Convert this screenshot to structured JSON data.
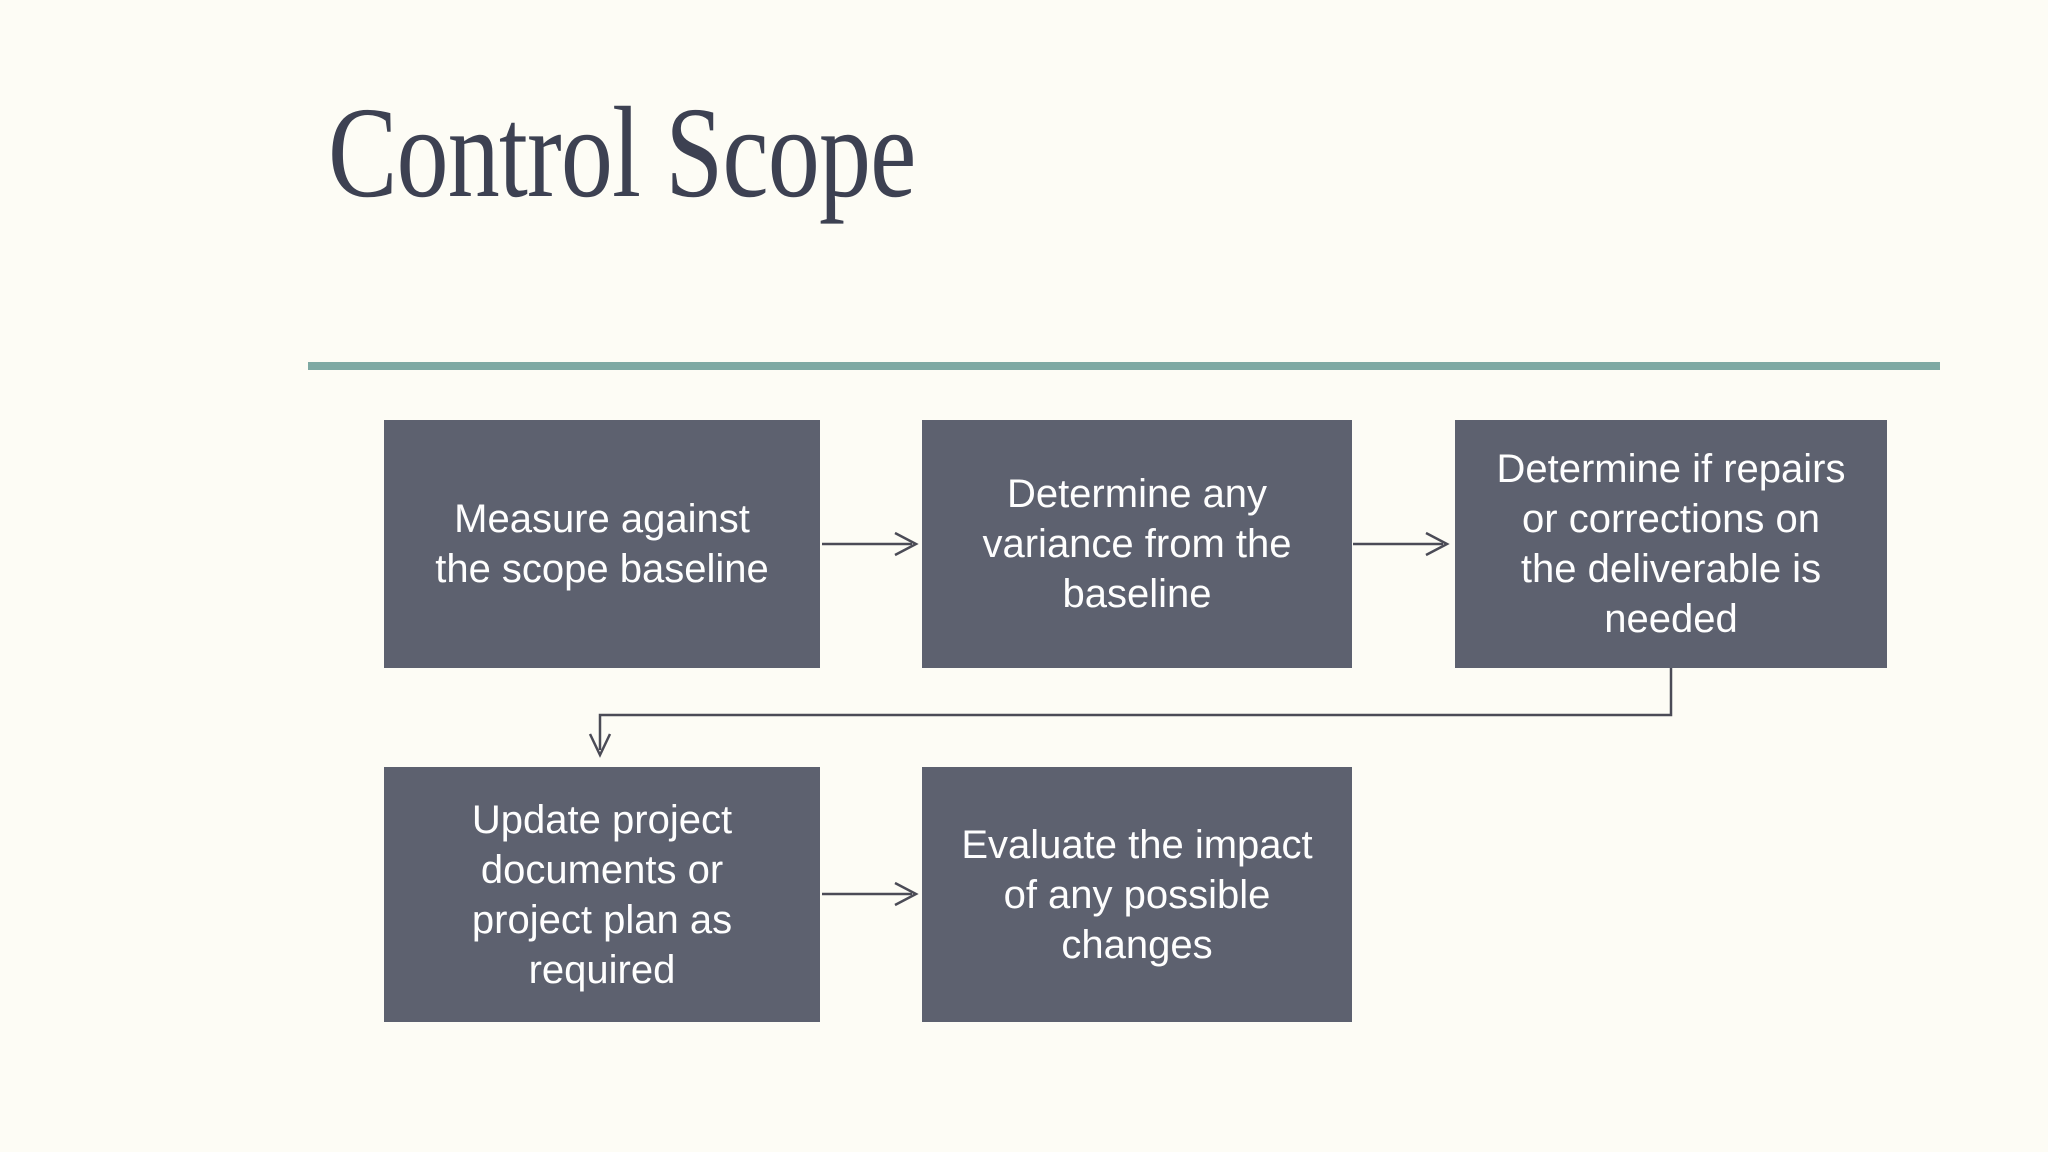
{
  "slide": {
    "title": "Control Scope"
  },
  "colors": {
    "background": "#fdfcf5",
    "title-text": "#3d4152",
    "divider": "#7ea9a3",
    "box-fill": "#5d616f",
    "box-text": "#fefefe",
    "connector": "#4b4b56"
  },
  "flowchart": {
    "nodes": [
      {
        "id": "measure-baseline",
        "label": "Measure against the scope baseline",
        "lines": [
          "Measure against",
          "the scope baseline"
        ]
      },
      {
        "id": "determine-variance",
        "label": "Determine any variance from the baseline",
        "lines": [
          "Determine any",
          "variance from the",
          "baseline"
        ]
      },
      {
        "id": "determine-repairs",
        "label": "Determine if repairs or corrections on the deliverable is needed",
        "lines": [
          "Determine if repairs",
          "or corrections on",
          "the deliverable is",
          "needed"
        ]
      },
      {
        "id": "update-documents",
        "label": "Update project documents or project plan as required",
        "lines": [
          "Update project",
          "documents or",
          "project plan as",
          "required"
        ]
      },
      {
        "id": "evaluate-impact",
        "label": "Evaluate the impact of any possible changes",
        "lines": [
          "Evaluate the impact",
          "of any possible",
          "changes"
        ]
      }
    ],
    "edges": [
      {
        "from": "measure-baseline",
        "to": "determine-variance",
        "shape": "straight-arrow"
      },
      {
        "from": "determine-variance",
        "to": "determine-repairs",
        "shape": "straight-arrow"
      },
      {
        "from": "determine-repairs",
        "to": "update-documents",
        "shape": "elbow-arrow"
      },
      {
        "from": "update-documents",
        "to": "evaluate-impact",
        "shape": "straight-arrow"
      }
    ]
  }
}
